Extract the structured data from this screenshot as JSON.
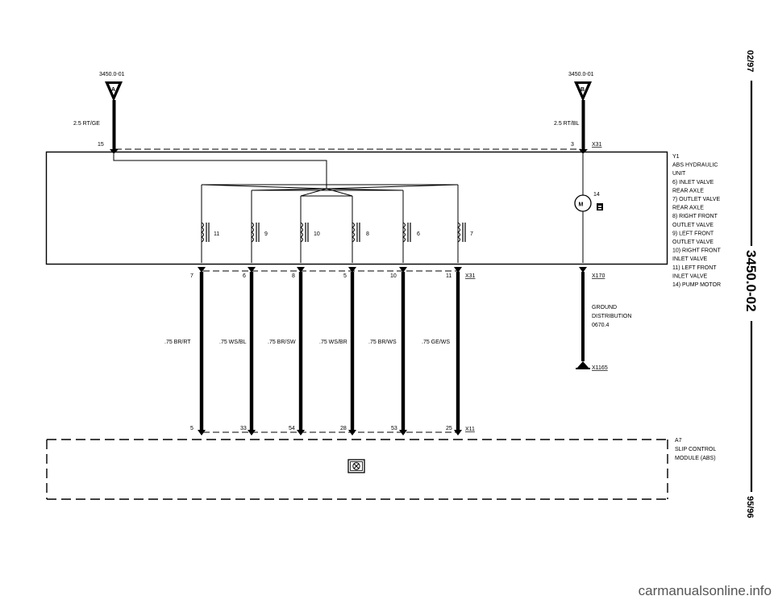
{
  "connector_a": {
    "ref": "3450.0-01",
    "letter": "A",
    "wire": "2.5 RT/GE",
    "pin": "15"
  },
  "connector_b": {
    "ref": "3450.0-01",
    "letter": "B",
    "wire": "2.5 RT/BL",
    "pin": "3",
    "conn": "X31"
  },
  "unit": {
    "label_lines": [
      "Y1",
      "ABS HYDRAULIC",
      "UNIT",
      "6)  INLET VALVE",
      "     REAR AXLE",
      "7)  OUTLET VALVE",
      "     REAR AXLE",
      "8)  RIGHT FRONT",
      "     OUTLET VALVE",
      "9)  LEFT FRONT",
      "     OUTLET VALVE",
      "10) RIGHT FRONT",
      "     INLET VALVE",
      "11) LEFT FRONT",
      "     INLET VALVE",
      "14) PUMP MOTOR"
    ],
    "motor_num": "14"
  },
  "valves": [
    "11",
    "9",
    "10",
    "8",
    "6",
    "7"
  ],
  "wires": [
    {
      "top_pin": "7",
      "color": ".75 BR/RT",
      "bottom_pin": "5"
    },
    {
      "top_pin": "6",
      "color": ".75 WS/BL",
      "bottom_pin": "33"
    },
    {
      "top_pin": "8",
      "color": ".75 BR/SW",
      "bottom_pin": "54"
    },
    {
      "top_pin": "5",
      "color": ".75 WS/BR",
      "bottom_pin": "28"
    },
    {
      "top_pin": "10",
      "color": ".75 BR/WS",
      "bottom_pin": "53"
    },
    {
      "top_pin": "11",
      "color": ".75 GE/WS",
      "bottom_pin": "25"
    }
  ],
  "conn_top": "X31",
  "conn_bottom": "X11",
  "motor_conn": "X170",
  "ground": {
    "lines": [
      "GROUND",
      "DISTRIBUTION",
      "0670.4"
    ],
    "conn": "X1165"
  },
  "module": {
    "lines": [
      "A7",
      "SLIP CONTROL",
      "MODULE (ABS)"
    ]
  },
  "side": {
    "date_top": "02/97",
    "page": "3450.0-02",
    "date_bottom": "95/96"
  },
  "watermark": "carmanualsonline.info"
}
